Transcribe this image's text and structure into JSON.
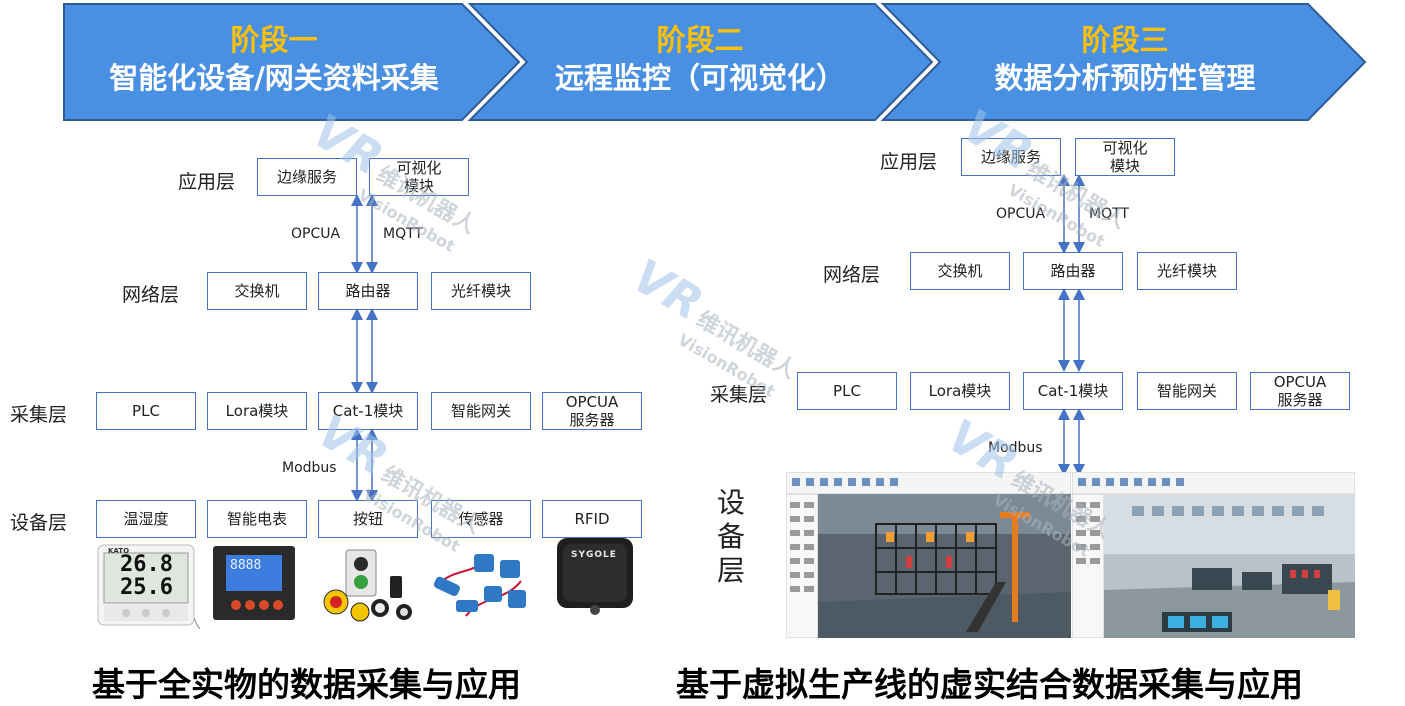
{
  "colors": {
    "stage_fill": "#4A90E2",
    "stage_border": "#2E5C99",
    "stage_number": "#FFC000",
    "box_border": "#4472C4",
    "arrow": "#4472C4"
  },
  "stages": [
    {
      "number": "阶段一",
      "desc": "智能化设备/网关资料采集"
    },
    {
      "number": "阶段二",
      "desc": "远程监控（可视觉化）"
    },
    {
      "number": "阶段三",
      "desc": "数据分析预防性管理"
    }
  ],
  "left": {
    "layers": {
      "application": "应用层",
      "network": "网络层",
      "collection": "采集层",
      "device": "设备层"
    },
    "application_boxes": [
      "边缘服务",
      "可视化\n模块"
    ],
    "network_boxes": [
      "交换机",
      "路由器",
      "光纤模块"
    ],
    "collection_boxes": [
      "PLC",
      "Lora模块",
      "Cat-1模块",
      "智能网关",
      "OPCUA\n服务器"
    ],
    "device_boxes": [
      "温湿度",
      "智能电表",
      "按钮",
      "传感器",
      "RFID"
    ],
    "protocols": {
      "opcua": "OPCUA",
      "mqtt": "MQTT",
      "modbus": "Modbus"
    },
    "thermometer": {
      "line1": "26.8",
      "line2": "25.6",
      "brand": "KATO"
    },
    "meter": {
      "digits": "8888"
    },
    "rfid_brand": "SYGOLE",
    "title": "基于全实物的数据采集与应用"
  },
  "right": {
    "layers": {
      "application": "应用层",
      "network": "网络层",
      "collection": "采集层",
      "device": "设\n备\n层"
    },
    "application_boxes": [
      "边缘服务",
      "可视化\n模块"
    ],
    "network_boxes": [
      "交换机",
      "路由器",
      "光纤模块"
    ],
    "collection_boxes": [
      "PLC",
      "Lora模块",
      "Cat-1模块",
      "智能网关",
      "OPCUA\n服务器"
    ],
    "protocols": {
      "opcua": "OPCUA",
      "mqtt": "MQTT",
      "modbus": "Modbus"
    },
    "title": "基于虚拟生产线的虚实结合数据采集与应用"
  },
  "watermark": {
    "logo": "VR",
    "cn": "维讯机器人",
    "en": "VisionRobot"
  }
}
